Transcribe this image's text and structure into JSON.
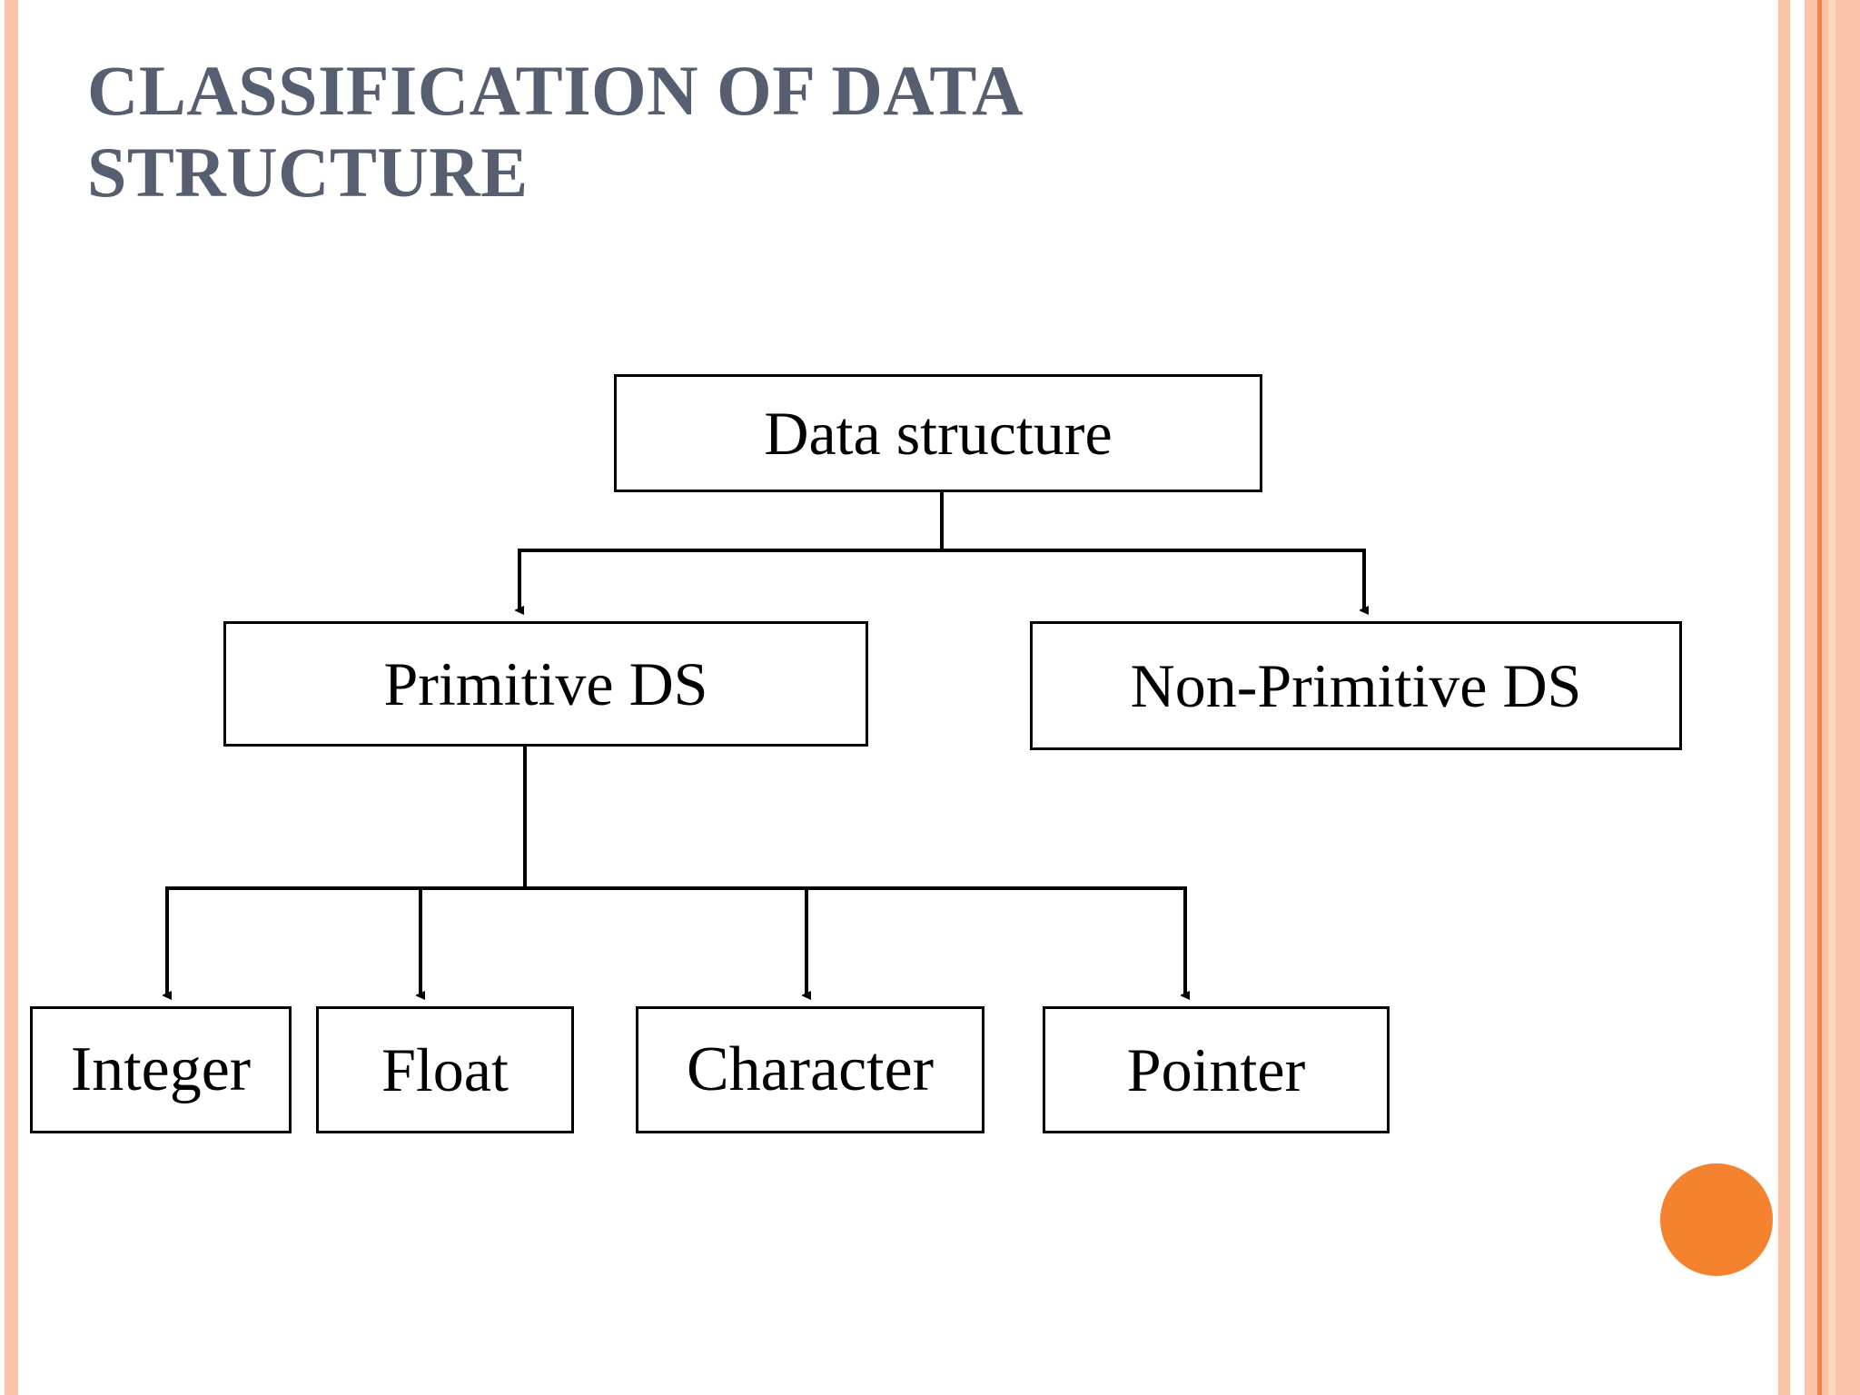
{
  "slide": {
    "title": "Classification of Data Structure",
    "background_color": "#ffffff",
    "title_color": "#565f6f"
  },
  "decoration": {
    "accent_color": "#f4853b",
    "stripe_color": "#fbc3a7",
    "stripe_light_color": "#fdd6c0",
    "circle_color": "#f5822f"
  },
  "diagram": {
    "type": "tree",
    "nodes": {
      "root": "Data structure",
      "primitive": "Primitive DS",
      "non_primitive": "Non-Primitive DS",
      "integer": "Integer",
      "float": "Float",
      "character": "Character",
      "pointer": "Pointer"
    },
    "edges": [
      {
        "from": "root",
        "to": "primitive"
      },
      {
        "from": "root",
        "to": "non_primitive"
      },
      {
        "from": "primitive",
        "to": "integer"
      },
      {
        "from": "primitive",
        "to": "float"
      },
      {
        "from": "primitive",
        "to": "character"
      },
      {
        "from": "primitive",
        "to": "pointer"
      }
    ],
    "line_color": "#000000"
  }
}
